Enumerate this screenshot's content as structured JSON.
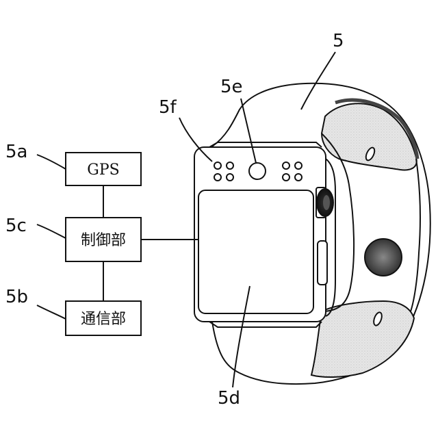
{
  "labels": {
    "watch": "5",
    "camera": "5e",
    "speaker": "5f",
    "gps_ref": "5a",
    "control_ref": "5c",
    "comm_ref": "5b",
    "display_ref": "5d"
  },
  "blocks": {
    "gps": "GPS",
    "control": "制御部",
    "comm": "通信部"
  }
}
